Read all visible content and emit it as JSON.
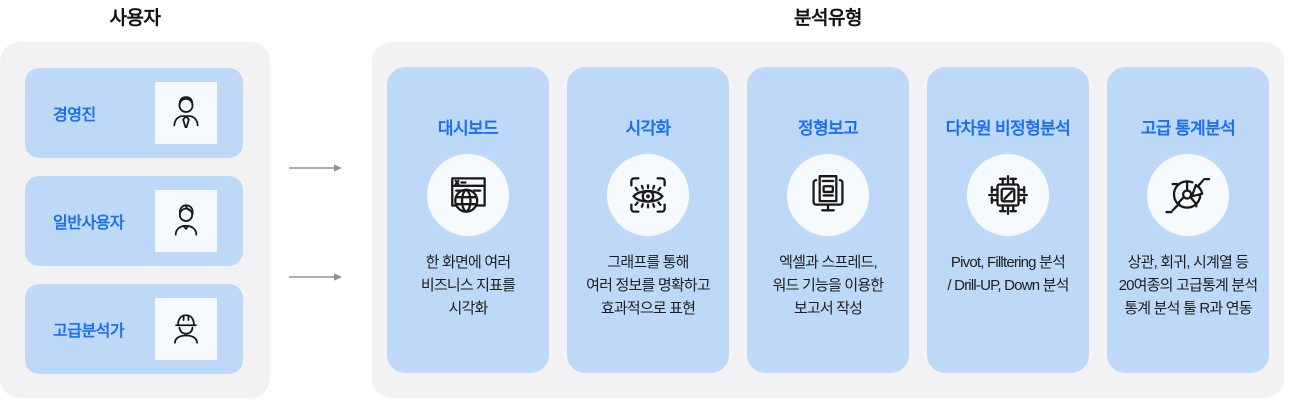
{
  "left_section": {
    "title": "사용자",
    "items": [
      {
        "label": "경영진",
        "icon": "executive-icon"
      },
      {
        "label": "일반사용자",
        "icon": "general-user-icon"
      },
      {
        "label": "고급분석가",
        "icon": "hardhat-analyst-icon"
      }
    ]
  },
  "right_section": {
    "title": "분석유형",
    "cards": [
      {
        "title": "대시보드",
        "icon": "dashboard-globe-icon",
        "description": [
          "한 화면에 여러",
          "비즈니스 지표를",
          "시각화"
        ]
      },
      {
        "title": "시각화",
        "icon": "eye-scan-icon",
        "description": [
          "그래프를 통해",
          "여러 정보를 명확하고",
          "효과적으로 표현"
        ]
      },
      {
        "title": "정형보고",
        "icon": "monitor-report-icon",
        "description": [
          "엑셀과 스프레드,",
          "워드 기능을 이용한",
          "보고서 작성"
        ]
      },
      {
        "title": "다차원 비정형분석",
        "icon": "cpu-chip-icon",
        "description": [
          "Pivot, Filltering 분석",
          "/ Drill-UP, Down 분석"
        ]
      },
      {
        "title": "고급 통계분석",
        "icon": "pie-statistics-icon",
        "description": [
          "상관, 회귀, 시계열 등",
          "20여종의 고급통계 분석",
          "통계 분석 툴 R과 연동"
        ]
      }
    ]
  },
  "colors": {
    "accent_blue_text": "#1b6ff2",
    "card_blue": "#bed9f8",
    "panel_gray": "#f2f2f4",
    "icon_circle": "#f7fafd",
    "arrow_gray": "#8f9398",
    "title_dark": "#111214",
    "body_text": "#1d1e20"
  }
}
